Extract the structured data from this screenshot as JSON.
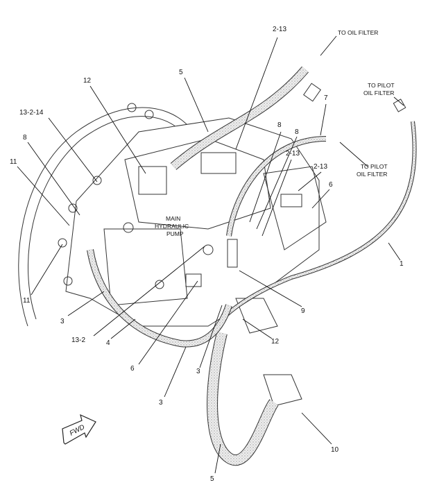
{
  "diagram": {
    "callouts": [
      "2-13",
      "TO OIL FILTER",
      "5",
      "12",
      "TO PILOT",
      "OIL FILTER",
      "7",
      "13-2-14",
      "8",
      "8",
      "8",
      "2-13",
      "2-13",
      "TO PILOT",
      "OIL FILTER",
      "11",
      "6",
      "MAIN",
      "HYDRAULIC",
      "PUMP",
      "1",
      "11",
      "3",
      "9",
      "13-2",
      "4",
      "12",
      "6",
      "3",
      "3",
      "10",
      "5"
    ],
    "fwd_label": "FWD"
  }
}
